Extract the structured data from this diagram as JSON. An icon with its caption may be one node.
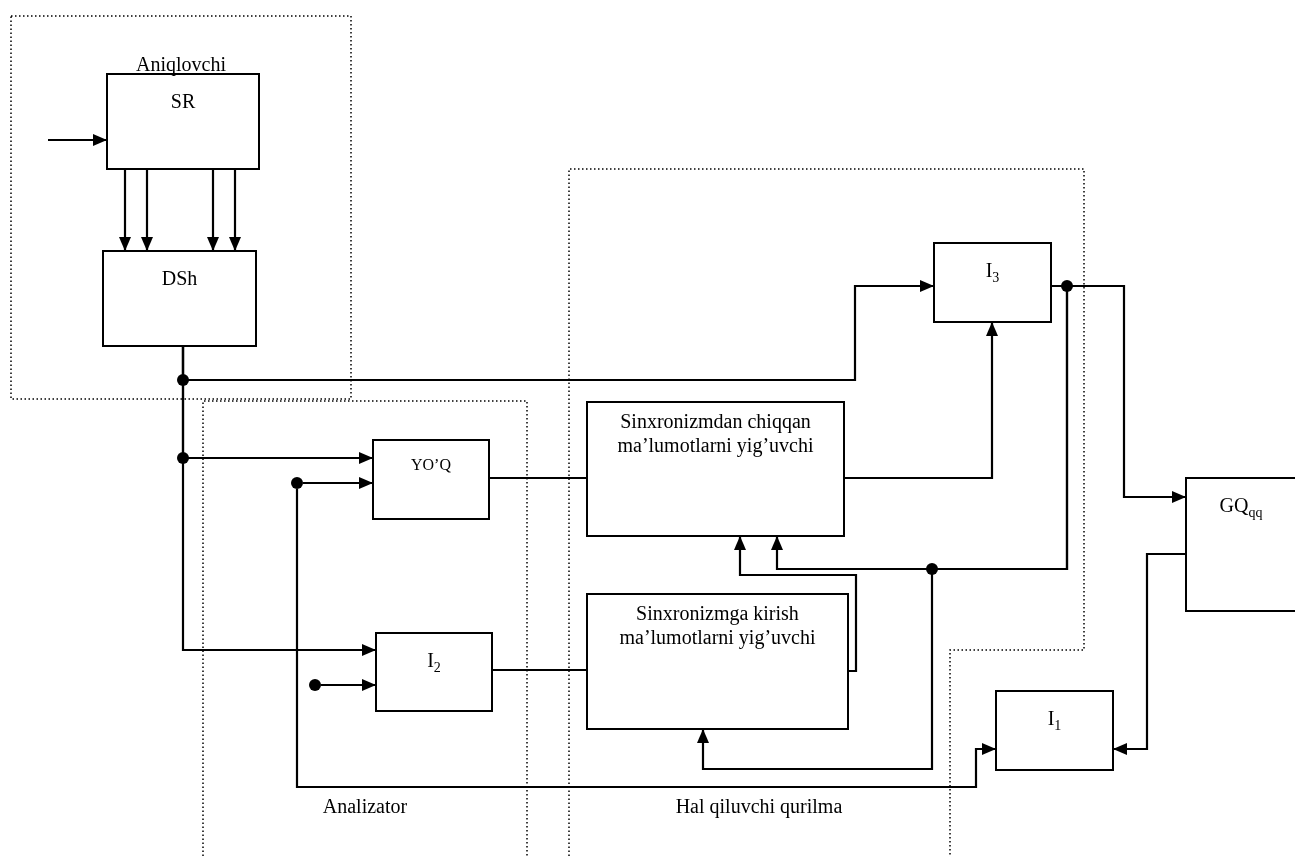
{
  "diagram": {
    "nodes": [
      {
        "text": [
          "Aniqlovchi"
        ]
      },
      {
        "text": [
          "SR"
        ],
        "in": 0
      },
      {
        "text": [
          "DSh"
        ],
        "in": 0
      },
      {
        "text": [
          "Analizator"
        ]
      },
      {
        "text": [
          "YO’Q"
        ],
        "in": 3
      },
      {
        "text": [
          "I$_{2}$"
        ],
        "in": 3
      },
      {
        "text": [
          "Hal qiluvchi qurilma"
        ]
      },
      {
        "text": [
          "Sinxronizmdan chiqqan ma’lumotlarni yig’uvchi"
        ],
        "in": 6
      },
      {
        "text": [
          "Sinxronizmga kirish ma’lumotlarni yig’uvchi"
        ],
        "in": 6
      },
      {
        "text": [
          "I$_{3}$"
        ],
        "in": 6
      },
      {
        "text": [
          "GQ$_{qq}$"
        ]
      },
      {
        "text": [
          "I$_{1}$"
        ]
      },
      {
        "text": [],
        "shape": "circle",
        "in": 3
      },
      {
        "text": [],
        "shape": "circle",
        "in": 3
      }
    ],
    "edges": [
      {
        "from": null,
        "to": 1,
        "arrow": "to"
      },
      {
        "from": 1,
        "to": 2,
        "arrow": "to"
      },
      {
        "from": 1,
        "to": 2,
        "arrow": "to"
      },
      {
        "from": 1,
        "to": 2,
        "arrow": "to"
      },
      {
        "from": 1,
        "to": 2,
        "arrow": "to"
      },
      {
        "from": 2,
        "to": 9,
        "arrow": "to"
      },
      {
        "from": 2,
        "to": 4,
        "arrow": "to"
      },
      {
        "from": 2,
        "to": 5,
        "arrow": "to"
      },
      {
        "from": 12,
        "to": 4,
        "arrow": "to"
      },
      {
        "from": 12,
        "to": 11,
        "arrow": "to"
      },
      {
        "from": 13,
        "to": 5,
        "arrow": "to"
      },
      {
        "from": 4,
        "to": 7,
        "arrow": "none"
      },
      {
        "from": 5,
        "to": 8,
        "arrow": "none"
      },
      {
        "from": 7,
        "to": 9,
        "arrow": "to"
      },
      {
        "from": 9,
        "to": 10,
        "arrow": "to"
      },
      {
        "from": 9,
        "to": 7,
        "arrow": "to"
      },
      {
        "from": 9,
        "to": 8,
        "arrow": "to"
      },
      {
        "from": 8,
        "to": 7,
        "arrow": "to"
      },
      {
        "from": 10,
        "to": 11,
        "arrow": "to"
      }
    ]
  }
}
